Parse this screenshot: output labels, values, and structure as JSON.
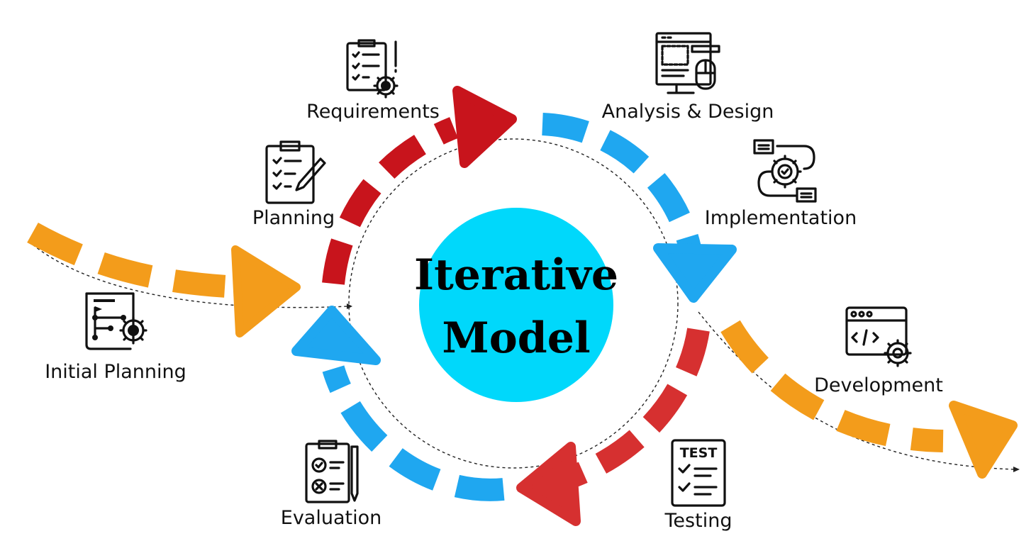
{
  "diagram": {
    "title_line1": "Iterative",
    "title_line2": "Model",
    "colors": {
      "center_circle": "#00d8fb",
      "orange": "#f39c1b",
      "red": "#c8141c",
      "red_light": "#d63030",
      "blue": "#1fa7f0",
      "line": "#222222"
    },
    "stages": [
      {
        "label": "Initial Planning",
        "icon": "project-flow-gear-icon"
      },
      {
        "label": "Planning",
        "icon": "clipboard-pencil-icon"
      },
      {
        "label": "Requirements",
        "icon": "checklist-gear-icon"
      },
      {
        "label": "Analysis & Design",
        "icon": "computer-design-mouse-icon"
      },
      {
        "label": "Implementation",
        "icon": "gear-cycle-icon"
      },
      {
        "label": "Development",
        "icon": "browser-code-gear-icon"
      },
      {
        "label": "Testing",
        "icon": "test-checklist-icon"
      },
      {
        "label": "Evaluation",
        "icon": "evaluation-clipboard-icon"
      }
    ]
  }
}
